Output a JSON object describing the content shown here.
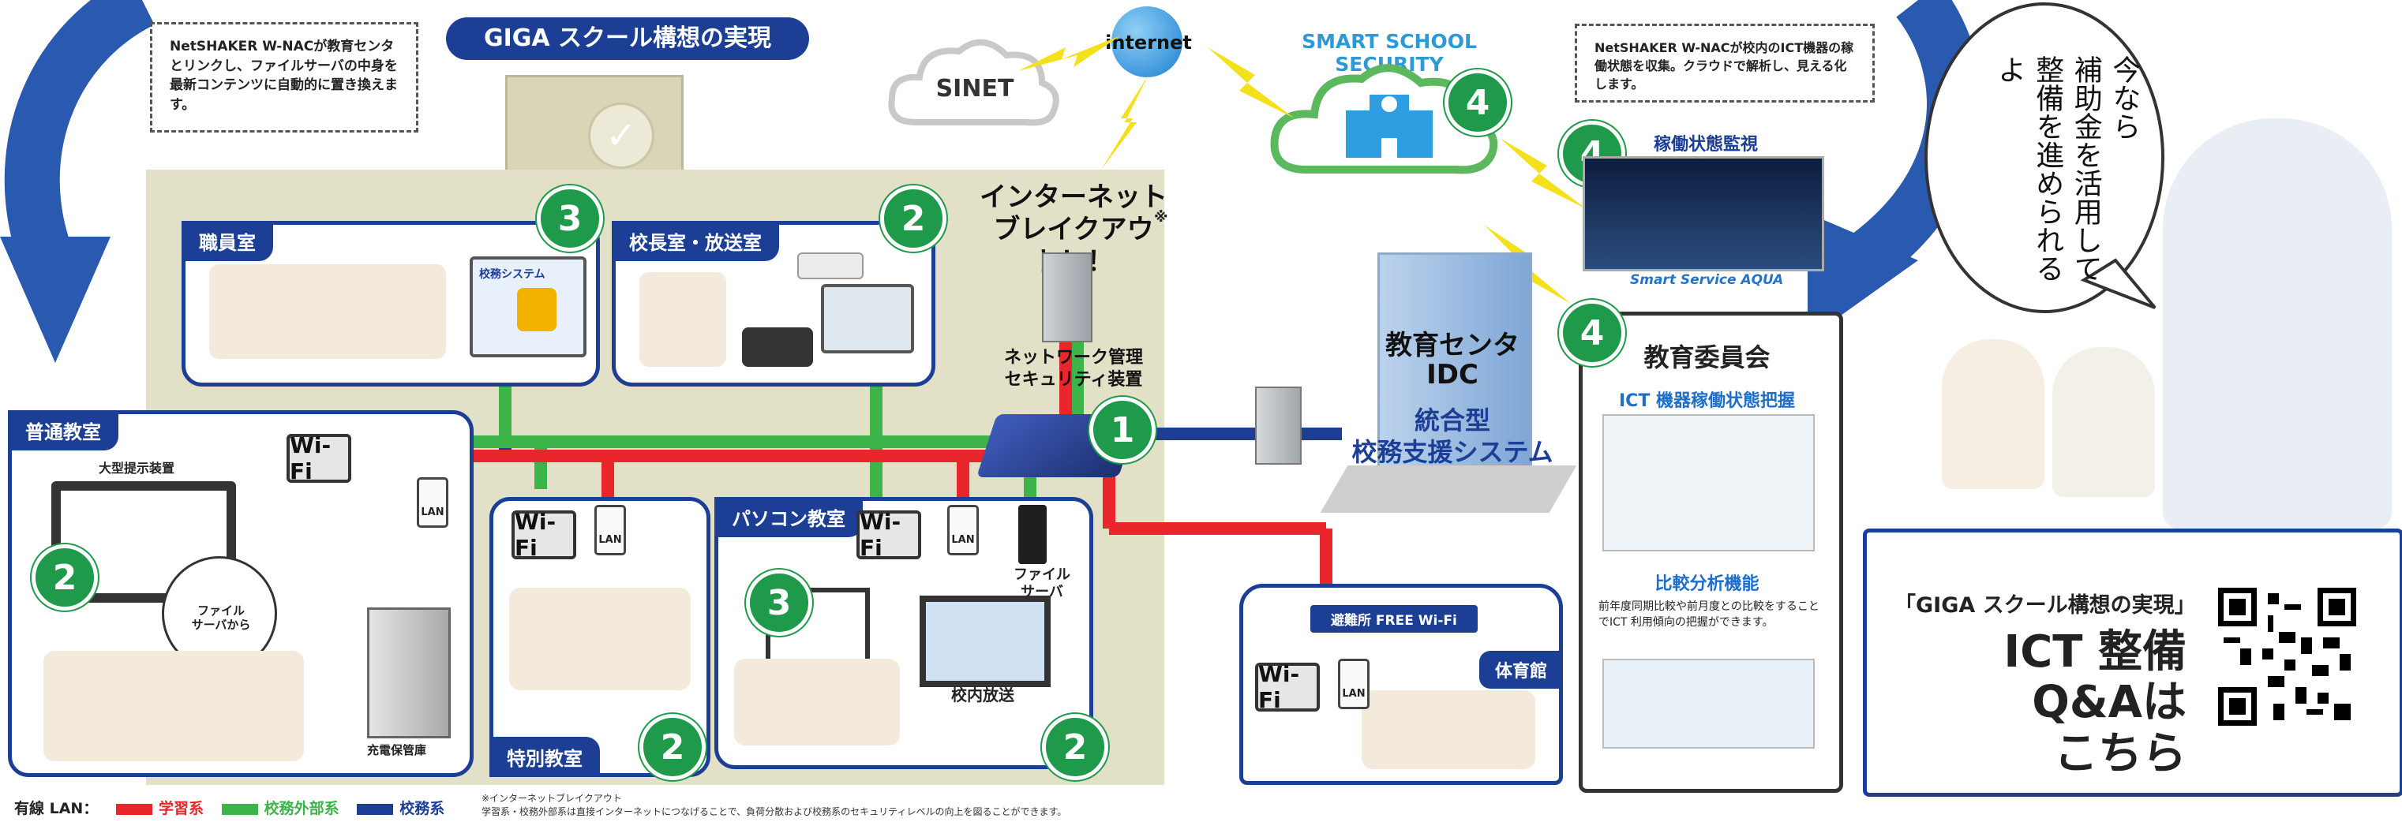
{
  "banner_title": "GIGA スクール構想の実現",
  "note_top_left": "NetSHAKER W-NACが教育センタとリンクし、ファイルサーバの中身を最新コンテンツに自動的に置き換えます。",
  "note_top_right": "NetSHAKER W-NACが校内のICT機器の稼働状態を収集。クラウドで解析し、見える化します。",
  "sinet_label": "SINET",
  "internet_label": "internet",
  "smart_school_title": "SMART SCHOOL SECURITY",
  "breakout_title": "インターネット\nブレイクアウト！！",
  "breakout_mark": "※",
  "nw_device_label": "ネットワーク管理\nセキュリティ装置",
  "rooms": {
    "staff": "職員室",
    "principal": "校長室・放送室",
    "classroom": "普通教室",
    "special": "特別教室",
    "pc": "パソコン教室",
    "gym": "体育館"
  },
  "labels": {
    "big_display": "大型提示装置",
    "file_server_from": "ファイル\nサーバから",
    "charging_storage": "充電保管庫",
    "file_server": "ファイル\nサーバ",
    "school_broadcast": "校内放送",
    "shelter_wifi": "避難所 FREE Wi-Fi",
    "wifi": "Wi-Fi",
    "lan": "LAN",
    "school_system": "校務システム"
  },
  "idc": {
    "line1": "教育センタ",
    "line2": "IDC",
    "line3": "統合型",
    "line4": "校務支援システム"
  },
  "monitoring_title": "稼働状態監視",
  "aqua_brand": "Smart Service AQUA",
  "board_title": "教育委員会",
  "ict_status_title": "ICT 機器稼働状態把握",
  "compare_title": "比較分析機能",
  "compare_text": "前年度同期比較や前月度との比較をすることでICT 利用傾向の把握ができます。",
  "speech_bubble": "今なら\n補助金を活用して\n整備を進められるよ",
  "qa_small": "「GIGA スクール構想の実現」",
  "qa_big": "ICT 整備 Q&Aは\nこちら",
  "legend": {
    "prefix": "有線 LAN：",
    "items": [
      {
        "label": "学習系",
        "color": "#e8262c"
      },
      {
        "label": "校務外部系",
        "color": "#3cb44a"
      },
      {
        "label": "校務系",
        "color": "#1c3f95"
      }
    ]
  },
  "footnote": "※インターネットブレイクアウト\n学習系・校務外部系は直接インターネットにつなげることで、負荷分散および校務系のセキュリティレベルの向上を図ることができます。",
  "badges": [
    "1",
    "2",
    "3",
    "4"
  ],
  "colors": {
    "navy": "#1c3f95",
    "green": "#1f9a4a",
    "red": "#e8262c",
    "lightgreen": "#3cb44a",
    "school_bg": "#e3e0c8",
    "bolt": "#f4e01b"
  }
}
